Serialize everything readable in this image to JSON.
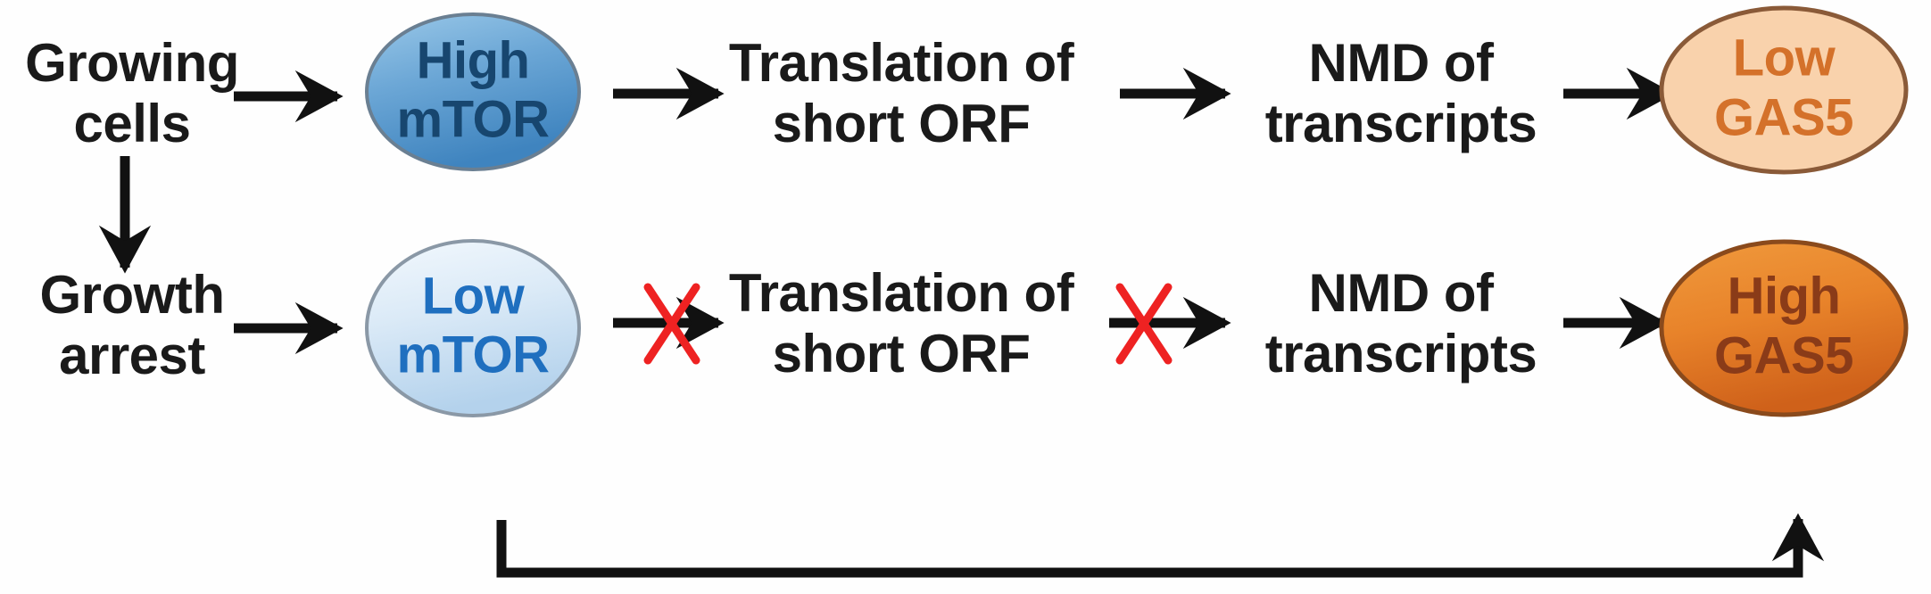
{
  "figure": {
    "title": "mTOR-dependent regulation of GAS5 lncRNA",
    "background_color": "#fefefe"
  },
  "palette": {
    "arrow_black": "#111111",
    "cross_red": "#ee2222",
    "high_mtor_fill_top": "#8cbde4",
    "high_mtor_fill_bottom": "#4a8fc7",
    "high_mtor_stroke": "#6a7f92",
    "high_mtor_text": "#17466f",
    "low_mtor_fill_top": "#e8f1fa",
    "low_mtor_fill_bottom": "#bcd8ef",
    "low_mtor_stroke": "#8a98a6",
    "low_mtor_text": "#1f6fbf",
    "low_gas5_fill": "#f9d3ae",
    "low_gas5_stroke": "#8a5a38",
    "low_gas5_text": "#d4712a",
    "high_gas5_fill_top": "#ec8f33",
    "high_gas5_fill_bottom": "#d2631a",
    "high_gas5_stroke": "#8a4a1c",
    "high_gas5_text": "#8a3b18",
    "plain_text": "#1a1a1a"
  },
  "rows": {
    "top": {
      "name": "growing-cells-pathway",
      "nodes": [
        {
          "id": "growing-cells",
          "kind": "text",
          "lines": [
            "Growing",
            "cells"
          ]
        },
        {
          "id": "high-mtor",
          "kind": "ellipse",
          "lines": [
            "High",
            "mTOR"
          ],
          "style": "blue-dark"
        },
        {
          "id": "translation-short-orf-top",
          "kind": "text",
          "lines": [
            "Translation of",
            "short ORF"
          ]
        },
        {
          "id": "nmd-transcripts-top",
          "kind": "text",
          "lines": [
            "NMD of",
            "transcripts"
          ]
        },
        {
          "id": "low-gas5",
          "kind": "ellipse",
          "lines": [
            "Low",
            "GAS5"
          ],
          "style": "orange-light"
        }
      ],
      "connectors": [
        {
          "id": "arrow-growing-to-high-mtor",
          "blocked": false
        },
        {
          "id": "arrow-high-mtor-to-translation",
          "blocked": false
        },
        {
          "id": "arrow-translation-to-nmd",
          "blocked": false
        },
        {
          "id": "arrow-nmd-to-low-gas5",
          "blocked": false
        }
      ]
    },
    "bottom": {
      "name": "growth-arrest-pathway",
      "nodes": [
        {
          "id": "growth-arrest",
          "kind": "text",
          "lines": [
            "Growth",
            "arrest"
          ]
        },
        {
          "id": "low-mtor",
          "kind": "ellipse",
          "lines": [
            "Low",
            "mTOR"
          ],
          "style": "blue-light"
        },
        {
          "id": "translation-short-orf-bottom",
          "kind": "text",
          "lines": [
            "Translation of",
            "short ORF"
          ]
        },
        {
          "id": "nmd-transcripts-bottom",
          "kind": "text",
          "lines": [
            "NMD of",
            "transcripts"
          ]
        },
        {
          "id": "high-gas5",
          "kind": "ellipse",
          "lines": [
            "High",
            "GAS5"
          ],
          "style": "orange-dark"
        }
      ],
      "connectors": [
        {
          "id": "arrow-growth-arrest-to-low-mtor",
          "blocked": false
        },
        {
          "id": "arrow-low-mtor-to-translation",
          "blocked": true
        },
        {
          "id": "arrow-translation-to-nmd-bottom",
          "blocked": true
        },
        {
          "id": "arrow-nmd-to-high-gas5",
          "blocked": false
        }
      ]
    }
  },
  "vertical_connector": {
    "id": "arrow-growing-cells-to-growth-arrest",
    "from": "growing-cells",
    "to": "growth-arrest"
  },
  "feedback_connector": {
    "id": "feedback-arrow-low-mtor-to-high-gas5",
    "from": "low-mtor",
    "to": "high-gas5"
  },
  "labels": {
    "growing_line1": "Growing",
    "growing_line2": "cells",
    "high_mtor_line1": "High",
    "high_mtor_line2": "mTOR",
    "translation_top_line1": "Translation of",
    "translation_top_line2": "short ORF",
    "nmd_top_line1": "NMD of",
    "nmd_top_line2": "transcripts",
    "low_gas5_line1": "Low",
    "low_gas5_line2": "GAS5",
    "growth_line1": "Growth",
    "growth_line2": "arrest",
    "low_mtor_line1": "Low",
    "low_mtor_line2": "mTOR",
    "translation_bottom_line1": "Translation of",
    "translation_bottom_line2": "short ORF",
    "nmd_bottom_line1": "NMD of",
    "nmd_bottom_line2": "transcripts",
    "high_gas5_line1": "High",
    "high_gas5_line2": "GAS5"
  }
}
